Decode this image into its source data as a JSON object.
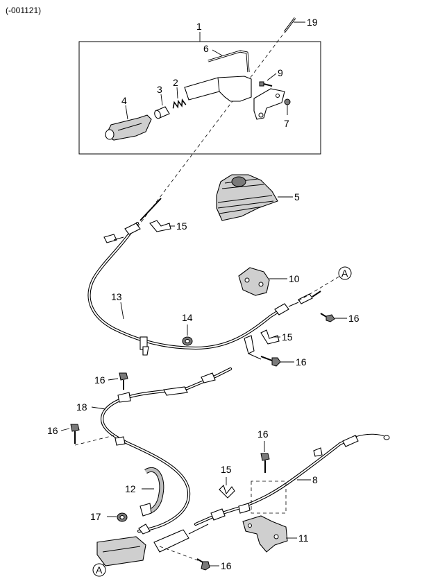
{
  "header": {
    "code": "(-001121)"
  },
  "callouts": {
    "n1": "1",
    "n2": "2",
    "n3": "3",
    "n4": "4",
    "n5": "5",
    "n6": "6",
    "n7": "7",
    "n8": "8",
    "n9": "9",
    "n10": "10",
    "n11": "11",
    "n12": "12",
    "n13": "13",
    "n14": "14",
    "n15": "15",
    "n16": "16",
    "n17": "17",
    "n18": "18",
    "n19": "19"
  },
  "refs": {
    "a": "A"
  }
}
